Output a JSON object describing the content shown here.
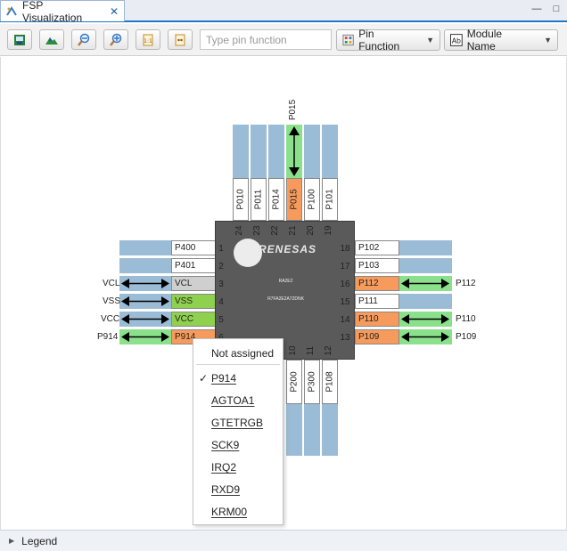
{
  "tab": {
    "title": "FSP Visualization",
    "close": "✕"
  },
  "window_controls": {
    "minimize": "—",
    "maximize": "□"
  },
  "toolbar": {
    "search_placeholder": "Type pin function",
    "pin_function_label": "Pin Function",
    "module_name_label": "Module Name"
  },
  "chip": {
    "brand": "RENESAS",
    "part_short": "RA2E2",
    "part_full": "R7FA2E2A72DNK"
  },
  "pins_left": [
    {
      "num": "1",
      "label": "P400",
      "signal": "",
      "color": "white"
    },
    {
      "num": "2",
      "label": "P401",
      "signal": "",
      "color": "white"
    },
    {
      "num": "3",
      "label": "VCL",
      "signal": "VCL",
      "color": "gray"
    },
    {
      "num": "4",
      "label": "VSS",
      "signal": "VSS",
      "color": "green"
    },
    {
      "num": "5",
      "label": "VCC",
      "signal": "VCC",
      "color": "green"
    },
    {
      "num": "6",
      "label": "P914",
      "signal": "P914",
      "color": "orange"
    }
  ],
  "pins_right": [
    {
      "num": "18",
      "label": "P102",
      "signal": "",
      "color": "white"
    },
    {
      "num": "17",
      "label": "P103",
      "signal": "",
      "color": "white"
    },
    {
      "num": "16",
      "label": "P112",
      "signal": "P112",
      "color": "orange"
    },
    {
      "num": "15",
      "label": "P111",
      "signal": "",
      "color": "white"
    },
    {
      "num": "14",
      "label": "P110",
      "signal": "P110",
      "color": "orange"
    },
    {
      "num": "13",
      "label": "P109",
      "signal": "P109",
      "color": "orange"
    }
  ],
  "pins_top": [
    {
      "num": "24",
      "label": "P010",
      "signal": "",
      "color": "white"
    },
    {
      "num": "23",
      "label": "P011",
      "signal": "",
      "color": "white"
    },
    {
      "num": "22",
      "label": "P014",
      "signal": "",
      "color": "white"
    },
    {
      "num": "21",
      "label": "P015",
      "signal": "P015",
      "color": "orange"
    },
    {
      "num": "20",
      "label": "P100",
      "signal": "",
      "color": "white"
    },
    {
      "num": "19",
      "label": "P101",
      "signal": "",
      "color": "white"
    }
  ],
  "pins_bottom": [
    {
      "num": "10",
      "label": "P200",
      "signal": "",
      "color": "white"
    },
    {
      "num": "11",
      "label": "P300",
      "signal": "",
      "color": "white"
    },
    {
      "num": "12",
      "label": "P108",
      "signal": "",
      "color": "white"
    }
  ],
  "context_menu": {
    "header": "Not assigned",
    "items": [
      "P914",
      "AGTOA1",
      "GTETRGB",
      "SCK9",
      "IRQ2",
      "RXD9",
      "KRM00"
    ],
    "checked": "✓"
  },
  "legend": {
    "label": "Legend",
    "toggle": "▶"
  }
}
